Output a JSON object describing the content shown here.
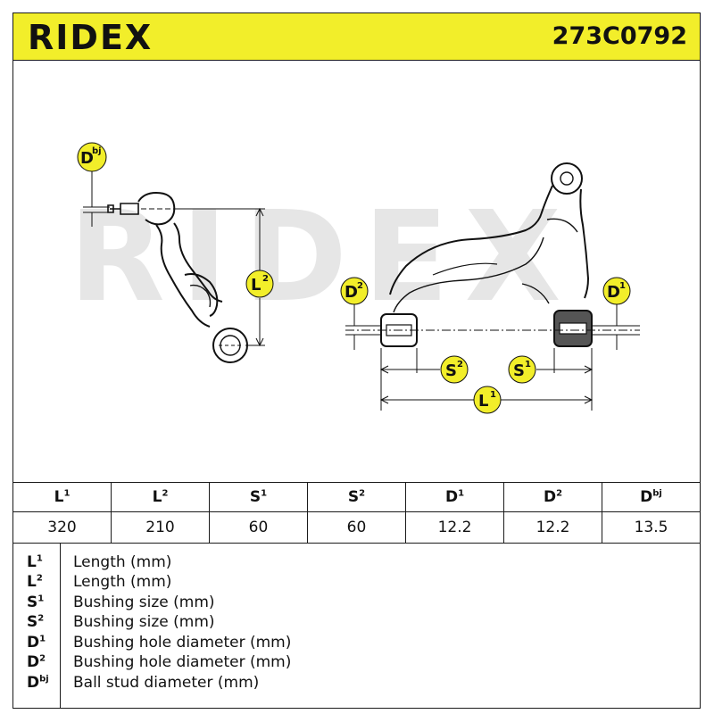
{
  "header": {
    "brand": "RIDEX",
    "part_number": "273C0792",
    "background_color": "#f2ee2a"
  },
  "drawing": {
    "watermark": "RIDEX",
    "badges": {
      "dbj": {
        "base": "D",
        "sup": "bj"
      },
      "l2": {
        "base": "L",
        "sup": "2"
      },
      "d2": {
        "base": "D",
        "sup": "2"
      },
      "d1": {
        "base": "D",
        "sup": "1"
      },
      "s2": {
        "base": "S",
        "sup": "2"
      },
      "s1": {
        "base": "S",
        "sup": "1"
      },
      "l1": {
        "base": "L",
        "sup": "1"
      }
    },
    "badge_color": "#f2ee2a"
  },
  "spec_table": {
    "columns": [
      {
        "base": "L",
        "sup": "1"
      },
      {
        "base": "L",
        "sup": "2"
      },
      {
        "base": "S",
        "sup": "1"
      },
      {
        "base": "S",
        "sup": "2"
      },
      {
        "base": "D",
        "sup": "1"
      },
      {
        "base": "D",
        "sup": "2"
      },
      {
        "base": "D",
        "sup": "bj"
      }
    ],
    "values": [
      "320",
      "210",
      "60",
      "60",
      "12.2",
      "12.2",
      "13.5"
    ]
  },
  "legend": [
    {
      "base": "L",
      "sup": "1",
      "desc": "Length (mm)"
    },
    {
      "base": "L",
      "sup": "2",
      "desc": "Length (mm)"
    },
    {
      "base": "S",
      "sup": "1",
      "desc": "Bushing size (mm)"
    },
    {
      "base": "S",
      "sup": "2",
      "desc": "Bushing size (mm)"
    },
    {
      "base": "D",
      "sup": "1",
      "desc": "Bushing hole diameter (mm)"
    },
    {
      "base": "D",
      "sup": "2",
      "desc": "Bushing hole diameter (mm)"
    },
    {
      "base": "D",
      "sup": "bj",
      "desc": "Ball stud diameter (mm)"
    }
  ]
}
